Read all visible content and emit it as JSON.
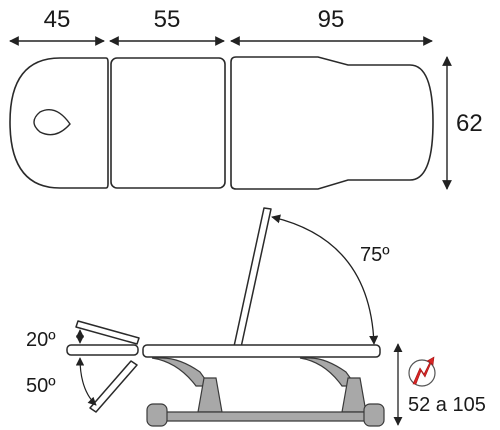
{
  "top_view": {
    "widths": [
      "45",
      "55",
      "95"
    ],
    "height": "62"
  },
  "side_view": {
    "backrest_angle": "75º",
    "head_up_angle": "20º",
    "head_down_angle": "50º",
    "height_range": "52 a 105"
  },
  "colors": {
    "outline": "#2a2a2a",
    "arrow": "#222222",
    "frame_fill": "#a8a8a8",
    "frame_stroke": "#3a3a3a",
    "electric_icon": "#d92525"
  },
  "icons": {
    "height_adjust": "electric-motor-icon"
  }
}
